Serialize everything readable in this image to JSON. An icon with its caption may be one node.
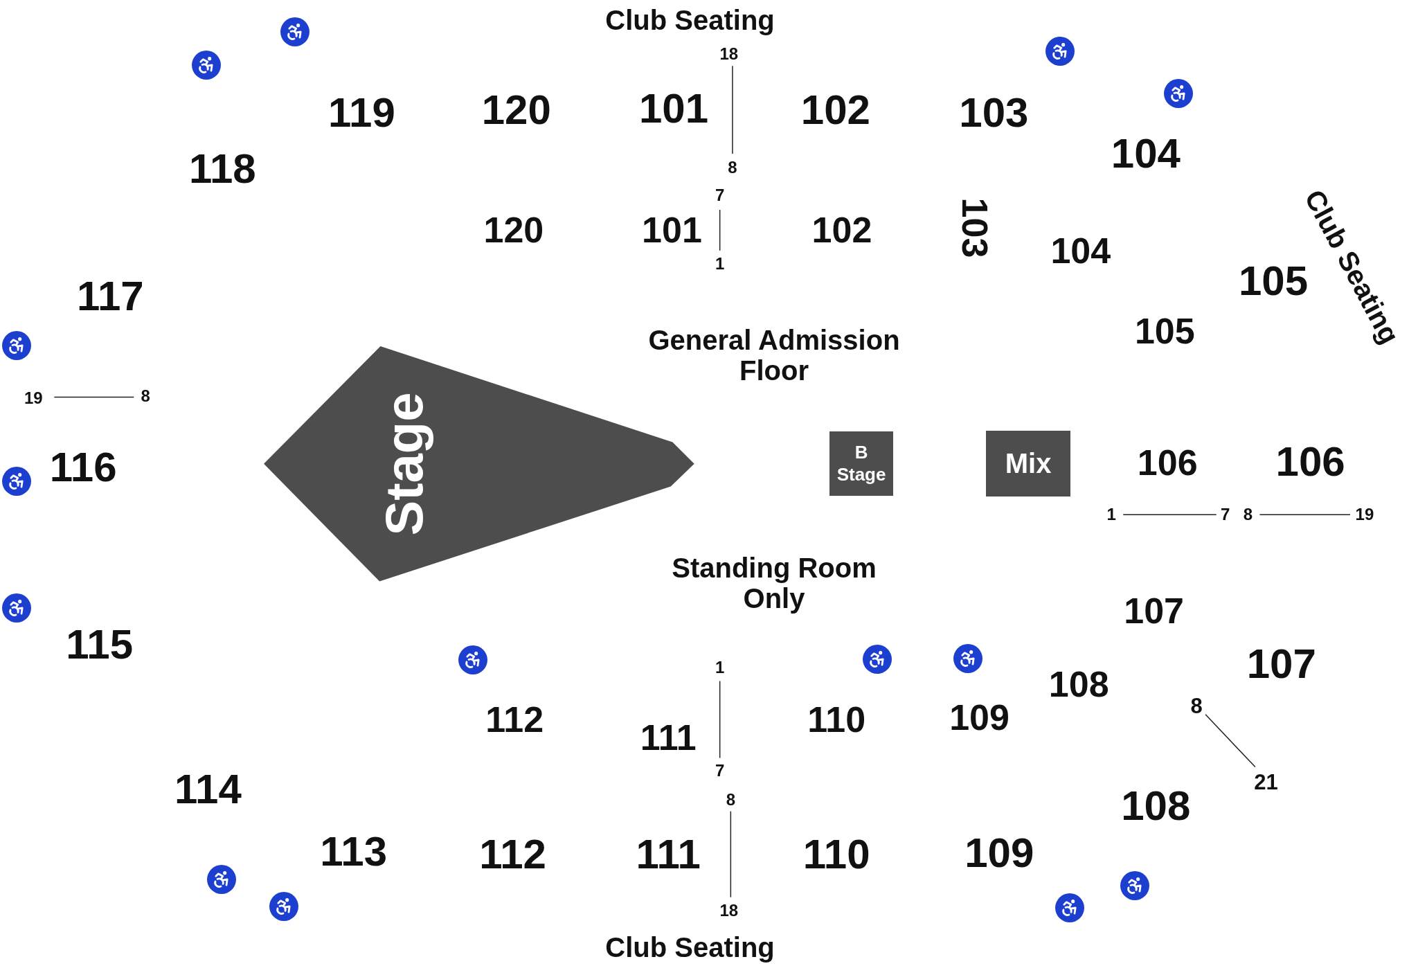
{
  "diagram": {
    "nodes": [
      {
        "text": [
          "Stage"
        ]
      },
      {
        "text": [
          "B Stage"
        ]
      },
      {
        "text": [
          "Mix"
        ]
      }
    ],
    "labels": [
      "Club Seating",
      "18",
      "119",
      "120",
      "101",
      "102",
      "103",
      "104",
      "Club Seating",
      "118",
      "8",
      "7",
      "120",
      "101",
      "102",
      "103",
      "104",
      "1",
      "105",
      "117",
      "General Admission Floor",
      "105",
      "19",
      "8",
      "116",
      "106",
      "106",
      "1",
      "7",
      "8",
      "19",
      "Standing Room Only",
      "107",
      "115",
      "107",
      "1",
      "108",
      "8",
      "112",
      "110",
      "109",
      "111",
      "7",
      "21",
      "8",
      "114",
      "108",
      "113",
      "112",
      "111",
      "110",
      "109",
      "18",
      "Club Seating"
    ]
  }
}
